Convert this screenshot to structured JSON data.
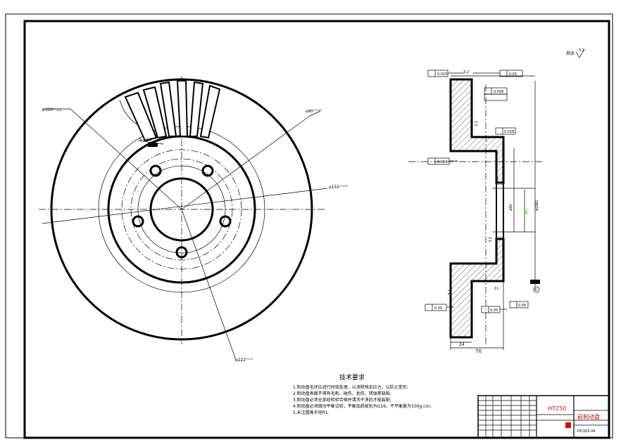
{
  "dimensions": {
    "outer_diameter": "⌀300⁰₋₀.₂",
    "hub_diameter": "⌀90⁺⁰·⁰⁷",
    "bolt_circle": "⌀155⁺⁰·⁰⁷",
    "edge_diameter": "⌀222⁺⁰·¹",
    "hole_label": "5-⌀14",
    "depth_24": "24",
    "depth_70": "70",
    "depth_11": "11",
    "dim_280": "⌀280",
    "dim_x": "⌀90",
    "dim_green": "⌀67"
  },
  "roughness": {
    "others_label": "其余",
    "others_value": "3.2",
    "r1": "3.2",
    "r2": "3.2",
    "r3": "3.2",
    "r4": "3.2",
    "r5": "3.2"
  },
  "tolerances": {
    "top_left": "0.015",
    "top_right": "0.01",
    "mid_box": "0.008",
    "left_mid": "0.015",
    "right_small": "0.018",
    "bottom_left": "0.05",
    "bottom_mid": "0.05",
    "bottom_right": "0.05"
  },
  "datum": {
    "label": "A"
  },
  "tech_requirements": {
    "title": "技术要求",
    "items": [
      "1.制动盘毛坯应进行时效处理，以消除残余应力，以防止变形;",
      "2.制动盘表面不得有毛刺、碰伤、划伤、锈蚀等缺陷;",
      "3.制动盘必须全部经检验合格并清洗干净后才能装配;",
      "4.制动盘必须做动平衡试验，平衡品质级别为G16，不平衡量为100g.cm;",
      "5.未注圆角半径R1."
    ]
  },
  "title_block": {
    "material": "HT250",
    "part_name": "前制动盘",
    "drawing_no": "HCQ02-04"
  },
  "colors": {
    "line": "#000000",
    "accent_red": "#e00000",
    "dim_green": "#00c000"
  }
}
